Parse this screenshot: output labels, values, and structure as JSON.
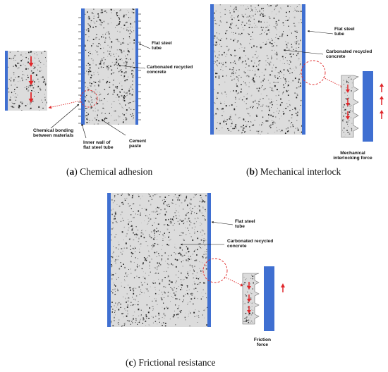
{
  "colors": {
    "steel": "#3f6fd1",
    "concrete": "#dcdcdc",
    "force_arrow": "#e0262a",
    "dashed_circle": "#e02a2a",
    "text": "#111111"
  },
  "panel_a": {
    "labels": {
      "flat_steel_tube": "Flat steel\ntube",
      "carbonated_concrete": "Carbonated recycled\nconcrete",
      "chemical_bonding": "Chemical bonding\nbetween materials",
      "inner_wall": "Inner wall of\nflat steel tube",
      "cement_paste": "Cement\npaste"
    },
    "caption": {
      "letter": "a",
      "text": "Chemical adhesion"
    }
  },
  "panel_b": {
    "labels": {
      "flat_steel_tube": "Flat steel\ntube",
      "carbonated_concrete": "Carbonated recycled\nconcrete",
      "interlock_force": "Mechanical\ninterlocking force"
    },
    "caption": {
      "letter": "b",
      "text": "Mechanical interlock"
    }
  },
  "panel_c": {
    "labels": {
      "flat_steel_tube": "Flat steel\ntube",
      "carbonated_concrete": "Carbonated recycled\nconcrete",
      "friction_force": "Friction\nforce"
    },
    "caption": {
      "letter": "c",
      "text": "Frictional resistance"
    }
  }
}
